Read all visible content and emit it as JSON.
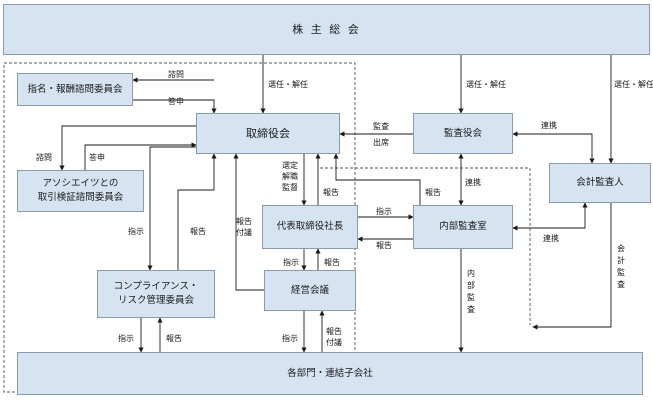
{
  "nodes": {
    "shareholders": "株 主 総 会",
    "nomination": "指名・報酬諮問委員会",
    "board": "取締役会",
    "audit_board": "監査役会",
    "accounting_auditor": "会計監査人",
    "related_party": "アソシエイツとの\n取引検証諮問委員会",
    "ceo": "代表取締役社長",
    "internal_audit": "内部監査室",
    "compliance": "コンプライアンス・\nリスク管理委員会",
    "management_meeting": "経営会議",
    "departments": "各部門・連結子会社"
  },
  "edge_labels": {
    "elect_board": "選任・解任",
    "elect_audit": "選任・解任",
    "elect_auditor": "選任・解任",
    "consult_nom": "諮問",
    "answer_nom": "答申",
    "consult_rel": "諮問",
    "answer_rel": "答申",
    "audit_attend_1": "監査",
    "audit_attend_2": "出席",
    "cooperate_top": "連携",
    "cooperate_bottom": "連携",
    "cooperate_mid": "連携",
    "board_to_ceo": "選定\n解職\n監督",
    "ceo_report": "報告",
    "ia_report_board": "報告",
    "ceo_instruct_ia": "指示",
    "ia_report_ceo": "報告",
    "board_instruct_comp": "指示",
    "comp_report_board": "報告",
    "mgmt_report_board": "報告\n付議",
    "ceo_instruct_mgmt": "指示",
    "mgmt_report_ceo": "報告",
    "comp_instruct_dept": "指示",
    "dept_report_comp": "報告",
    "mgmt_instruct_dept": "指示",
    "dept_report_mgmt": "報告\n付議",
    "internal_audit_vertical": "内\n部\n監\n査",
    "accounting_audit_vertical": "会\n計\n監\n査"
  }
}
